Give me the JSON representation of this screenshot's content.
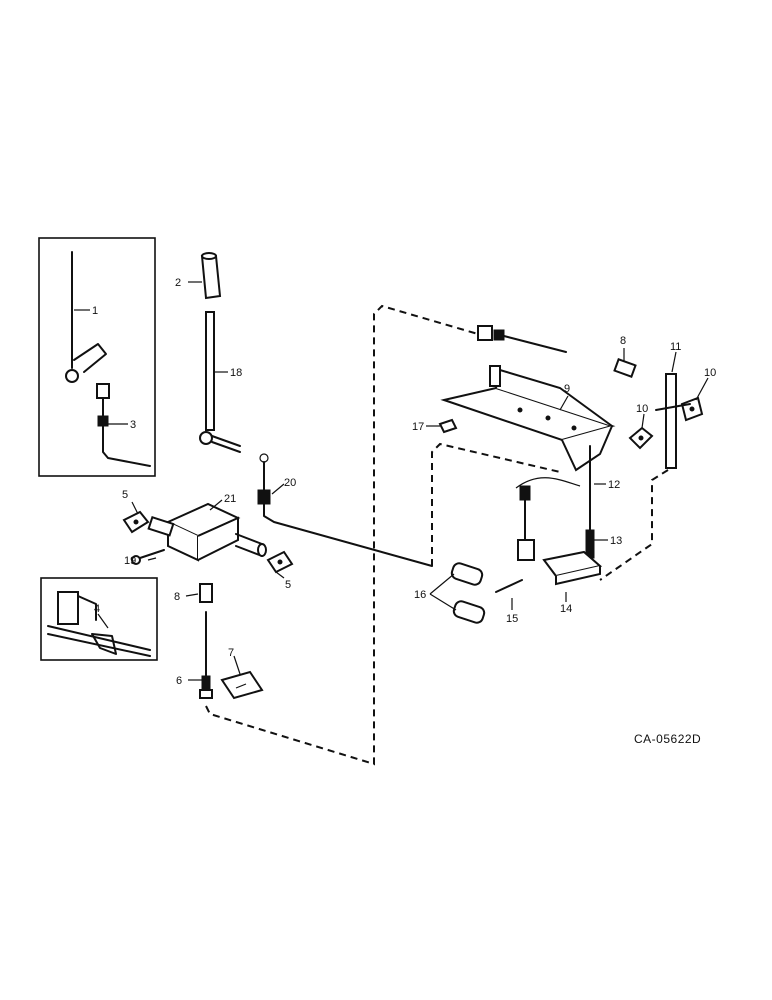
{
  "drawing_id": "CA-05622D",
  "callouts": {
    "c1": "1",
    "c2": "2",
    "c3": "3",
    "c4": "4",
    "c5a": "5",
    "c5b": "5",
    "c6": "6",
    "c7": "7",
    "c8a": "8",
    "c8b": "8",
    "c9": "9",
    "c10a": "10",
    "c10b": "10",
    "c11": "11",
    "c12": "12",
    "c13": "13",
    "c14": "14",
    "c15": "15",
    "c16": "16",
    "c17": "17",
    "c18": "18",
    "c19": "19",
    "c20": "20",
    "c21": "21"
  }
}
